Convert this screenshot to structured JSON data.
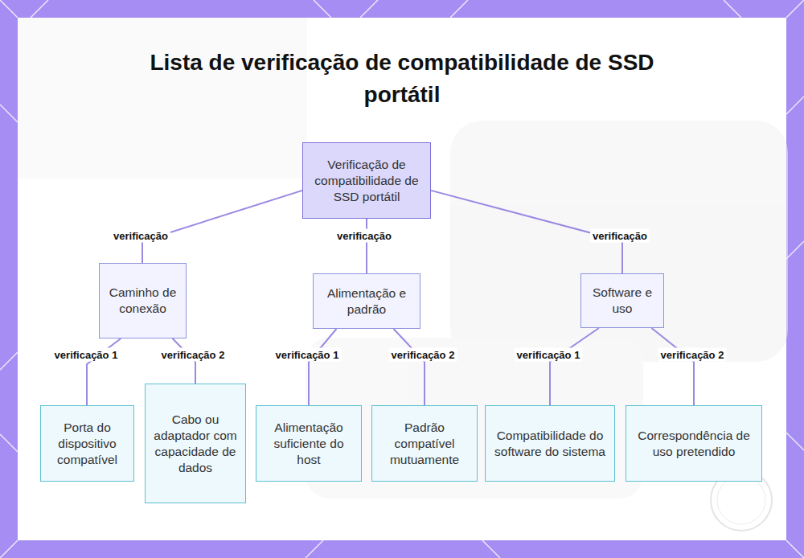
{
  "diagram": {
    "title": "Lista de verificação de compatibilidade de SSD portátil",
    "nodes": [
      {
        "text": [
          "Verificação de compatibilidade de SSD portátil"
        ]
      },
      {
        "text": [
          "Caminho de conexão"
        ]
      },
      {
        "text": [
          "Alimentação e padrão"
        ]
      },
      {
        "text": [
          "Software e uso"
        ]
      },
      {
        "text": [
          "Porta do dispositivo compatível"
        ]
      },
      {
        "text": [
          "Cabo ou adaptador com capacidade de dados"
        ]
      },
      {
        "text": [
          "Alimentação suficiente do host"
        ]
      },
      {
        "text": [
          "Padrão compatível mutuamente"
        ]
      },
      {
        "text": [
          "Compatibilidade do software do sistema"
        ]
      },
      {
        "text": [
          "Correspondência de uso pretendido"
        ]
      }
    ],
    "edges": [
      {
        "from": 0,
        "to": 1,
        "label": "verificação",
        "arrow": "none"
      },
      {
        "from": 0,
        "to": 2,
        "label": "verificação",
        "arrow": "none"
      },
      {
        "from": 0,
        "to": 3,
        "label": "verificação",
        "arrow": "none"
      },
      {
        "from": 1,
        "to": 4,
        "label": "verificação 1",
        "arrow": "none"
      },
      {
        "from": 1,
        "to": 5,
        "label": "verificação 2",
        "arrow": "none"
      },
      {
        "from": 2,
        "to": 6,
        "label": "verificação 1",
        "arrow": "none"
      },
      {
        "from": 2,
        "to": 7,
        "label": "verificação 2",
        "arrow": "none"
      },
      {
        "from": 3,
        "to": 8,
        "label": "verificação 1",
        "arrow": "none"
      },
      {
        "from": 3,
        "to": 9,
        "label": "verificação 2",
        "arrow": "none"
      }
    ]
  }
}
